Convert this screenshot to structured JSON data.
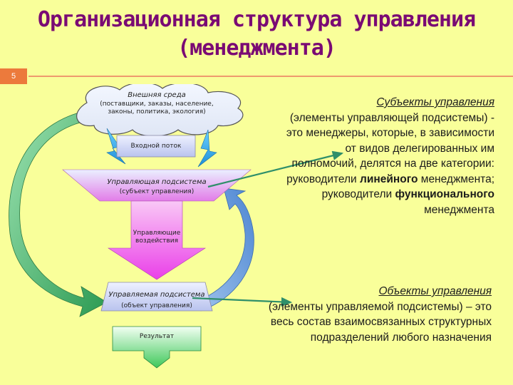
{
  "title": {
    "line1": "Организационная структура управления",
    "line2": "(менеджмента)"
  },
  "slide_number": "5",
  "diagram": {
    "cloud_title": "Внешняя среда",
    "cloud_sub": "(поставщики, заказы, население, законы, политика, экология)",
    "input_flow": "Входной поток",
    "managing_subsystem": "Управляющая подсистема",
    "managing_subject": "(субъект управления)",
    "control_actions": "Управляющие воздействия",
    "managed_subsystem": "Управляемая подсистема",
    "managed_object": "(объект управления)",
    "result": "Результат",
    "arrow_words": [
      "",
      "",
      ""
    ]
  },
  "subjects": {
    "heading": "Субъекты управления",
    "text_a": "(элементы управляющей подсистемы) - это менеджеры, которые, в зависимости от видов делегированных им полномочий, делятся на две категории: руководители",
    "bold_linear": "линейного",
    "text_b": "менеджмента; руководители",
    "bold_functional": "функционального",
    "text_c": "менеджмента"
  },
  "objects": {
    "heading": "Объекты управления",
    "text": "(элементы управляемой подсистемы) – это весь состав взаимосвязанных структурных подразделений любого назначения"
  },
  "colors": {
    "background": "#f9ff9a",
    "title": "#7a0a74",
    "accent": "#ec7a3c",
    "arrow_green": "#2b9a52",
    "pink": "#f060f0"
  }
}
